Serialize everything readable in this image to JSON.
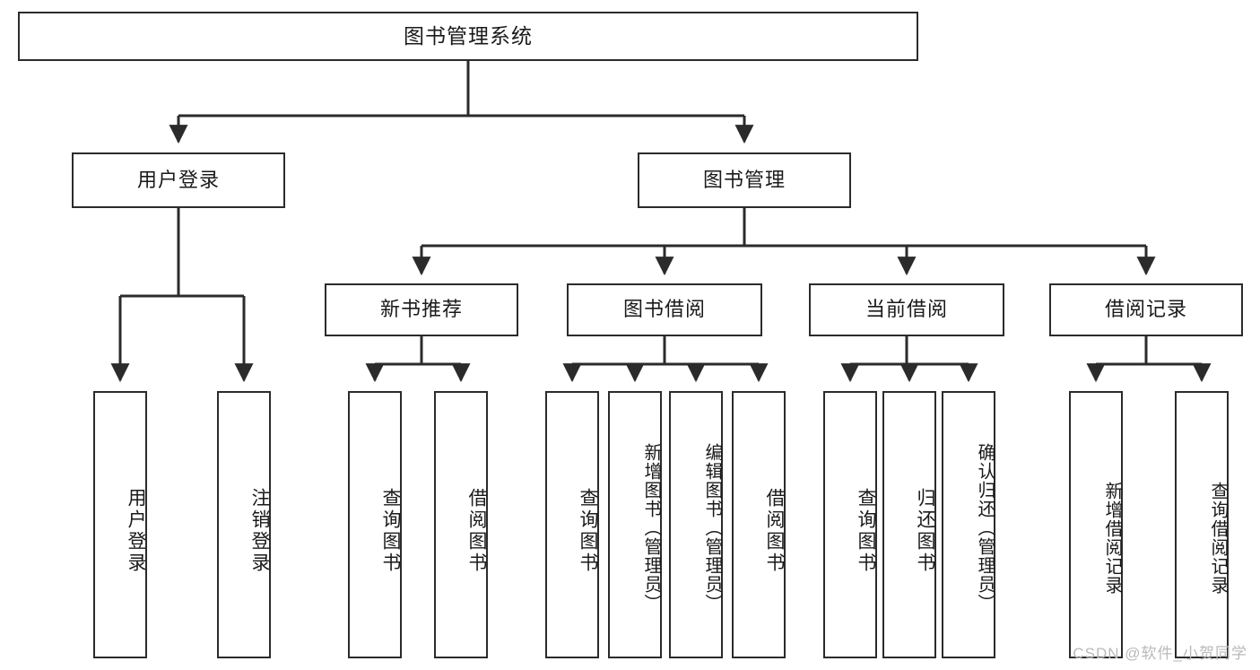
{
  "diagram": {
    "title": "图书管理系统",
    "type": "tree",
    "colors": {
      "stroke": "#2b2b2b",
      "fill": "#ffffff",
      "text": "#1a1a1a",
      "watermark": "#b9b9b9"
    },
    "watermark": "CSDN @软件_小贺同学"
  },
  "nodes": {
    "root": {
      "label": "图书管理系统"
    },
    "level2": [
      {
        "id": "user-login",
        "label": "用户登录"
      },
      {
        "id": "book-manage",
        "label": "图书管理"
      }
    ],
    "level3": [
      {
        "id": "new-book-rec",
        "label": "新书推荐"
      },
      {
        "id": "book-borrow",
        "label": "图书借阅"
      },
      {
        "id": "current-borrow",
        "label": "当前借阅"
      },
      {
        "id": "borrow-record",
        "label": "借阅记录"
      }
    ],
    "leaves": {
      "user-login": [
        {
          "id": "leaf-user-login",
          "label": "用户登录"
        },
        {
          "id": "leaf-logout",
          "label": "注销登录"
        }
      ],
      "new-book-rec": [
        {
          "id": "leaf-query-book-1",
          "label": "查询图书"
        },
        {
          "id": "leaf-borrow-book-1",
          "label": "借阅图书"
        }
      ],
      "book-borrow": [
        {
          "id": "leaf-query-book-2",
          "label": "查询图书"
        },
        {
          "id": "leaf-add-book",
          "label": "新增图书（管理员）"
        },
        {
          "id": "leaf-edit-book",
          "label": "编辑图书（管理员）"
        },
        {
          "id": "leaf-borrow-book-2",
          "label": "借阅图书"
        }
      ],
      "current-borrow": [
        {
          "id": "leaf-query-book-3",
          "label": "查询图书"
        },
        {
          "id": "leaf-return-book",
          "label": "归还图书"
        },
        {
          "id": "leaf-confirm-return",
          "label": "确认归还（管理员）"
        }
      ],
      "borrow-record": [
        {
          "id": "leaf-add-record",
          "label": "新增借阅记录"
        },
        {
          "id": "leaf-query-record",
          "label": "查询借阅记录"
        }
      ]
    }
  }
}
